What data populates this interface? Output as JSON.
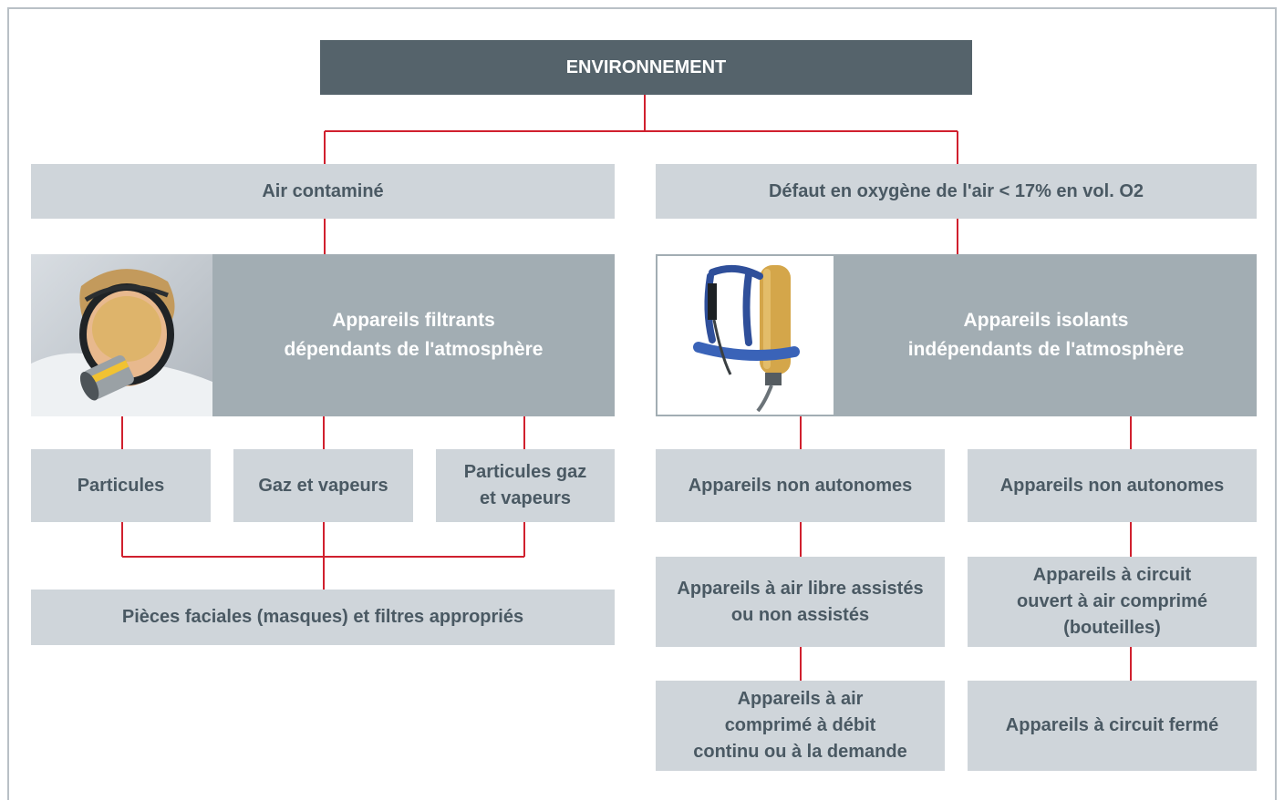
{
  "root": {
    "label": "ENVIRONNEMENT"
  },
  "left": {
    "condition": "Air contaminé",
    "device_type": {
      "line1": "Appareils filtrants",
      "line2": "dépendants de l'atmosphère"
    },
    "hazards": [
      {
        "line1": "Particules",
        "line2": ""
      },
      {
        "line1": "Gaz et vapeurs",
        "line2": ""
      },
      {
        "line1": "Particules gaz",
        "line2": "et vapeurs"
      }
    ],
    "result": "Pièces faciales (masques) et filtres appropriés"
  },
  "right": {
    "condition": "Défaut en oxygène de l'air < 17% en vol. O2",
    "device_type": {
      "line1": "Appareils isolants",
      "line2": "indépendants de l'atmosphère"
    },
    "col1": {
      "category": "Appareils non autonomes",
      "step2": {
        "line1": "Appareils à air libre assistés",
        "line2": "ou non assistés"
      },
      "step3": {
        "line1": "Appareils à air",
        "line2": "comprimé à débit",
        "line3": "continu ou à la demande"
      }
    },
    "col2": {
      "category": "Appareils non autonomes",
      "step2": {
        "line1": "Appareils à circuit",
        "line2": "ouvert à air comprimé",
        "line3": "(bouteilles)"
      },
      "step3": "Appareils à circuit fermé"
    }
  },
  "colors": {
    "connector": "#d0202e",
    "root_fill": "#55636b",
    "mid_fill": "#a2adb3",
    "light_fill": "#cfd5da",
    "text_dark": "#4a5963"
  },
  "images": {
    "left_photo": "person-wearing-full-face-gas-mask",
    "right_photo": "self-contained-breathing-apparatus-harness-with-cylinder"
  }
}
